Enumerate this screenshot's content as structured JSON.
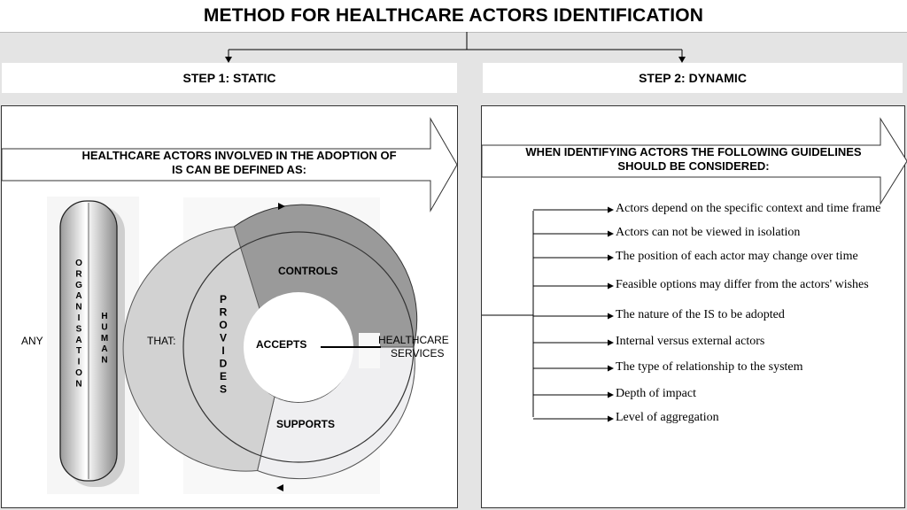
{
  "title": "METHOD FOR HEALTHCARE ACTORS IDENTIFICATION",
  "step1": {
    "label": "STEP 1:  STATIC",
    "header_line1": "HEALTHCARE ACTORS INVOLVED IN THE ADOPTION OF",
    "header_line2": "IS CAN BE DEFINED AS:",
    "any": "ANY",
    "that": "THAT:",
    "pill_left": [
      "O",
      "R",
      "G",
      "A",
      "N",
      "I",
      "S",
      "A",
      "T",
      "I",
      "O",
      "N"
    ],
    "pill_right": [
      "H",
      "U",
      "M",
      "A",
      "N"
    ],
    "provides": [
      "P",
      "R",
      "O",
      "V",
      "I",
      "D",
      "E",
      "S"
    ],
    "controls": "CONTROLS",
    "accepts": "ACCEPTS",
    "supports": "SUPPORTS",
    "outcome_line1": "HEALTHCARE",
    "outcome_line2": "SERVICES"
  },
  "step2": {
    "label": "STEP 2:  DYNAMIC",
    "header_line1": "WHEN IDENTIFYING ACTORS THE FOLLOWING GUIDELINES",
    "header_line2": "SHOULD BE CONSIDERED:",
    "guidelines": [
      "Actors depend on the specific context and time frame",
      "Actors can not be viewed in isolation",
      "The position of each actor may change over time",
      "Feasible options may differ from the actors' wishes",
      "The nature of the IS to be adopted",
      "Internal versus external actors",
      "The type of relationship to the system",
      "Depth of impact",
      "Level of aggregation"
    ]
  },
  "colors": {
    "controls": "#9a9a9a",
    "provides": "#d2d2d2",
    "supports": "#efeff1",
    "background": "#e4e4e4"
  }
}
